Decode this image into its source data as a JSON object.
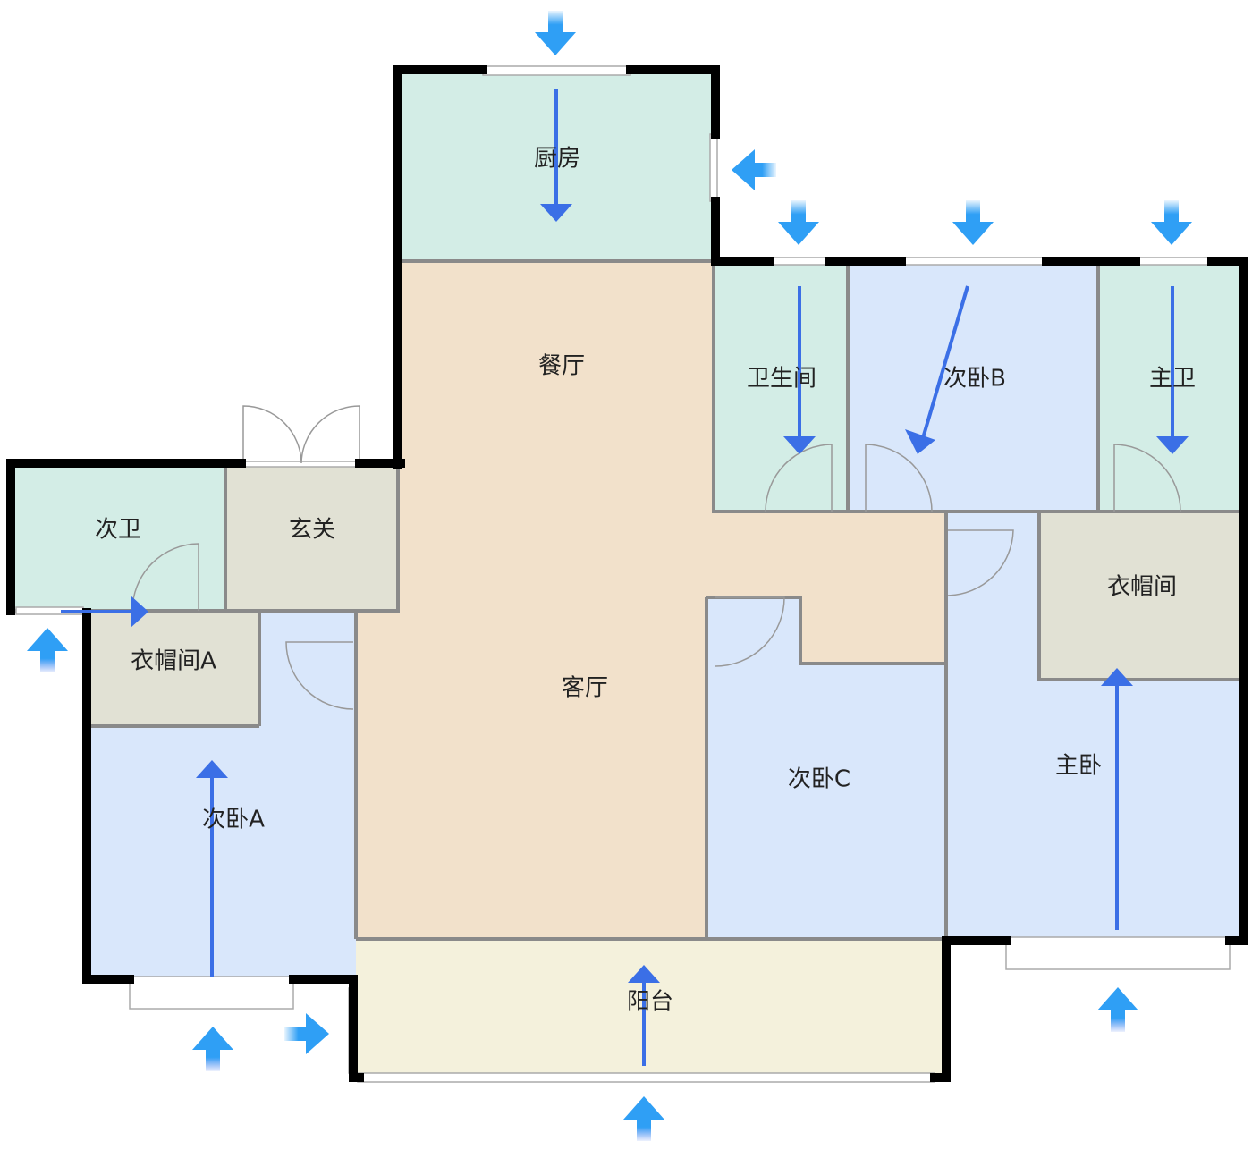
{
  "rooms": {
    "kitchen": "厨房",
    "dining": "餐厅",
    "living": "客厅",
    "bathroom": "卫生间",
    "bedroom_b": "次卧B",
    "master_bath": "主卫",
    "closet": "衣帽间",
    "master_bedroom": "主卧",
    "bedroom_c": "次卧C",
    "second_bath": "次卫",
    "foyer": "玄关",
    "closet_a": "衣帽间A",
    "bedroom_a": "次卧A",
    "balcony": "阳台"
  },
  "colors": {
    "wet": "#d3ede6",
    "living": "#f2e1cb",
    "bedroom": "#d9e7fb",
    "closet": "#e1e1d4",
    "balcony": "#f4f1dc",
    "wind_arrow": "#2f9ff5",
    "flow_arrow": "#3b6fe6"
  }
}
